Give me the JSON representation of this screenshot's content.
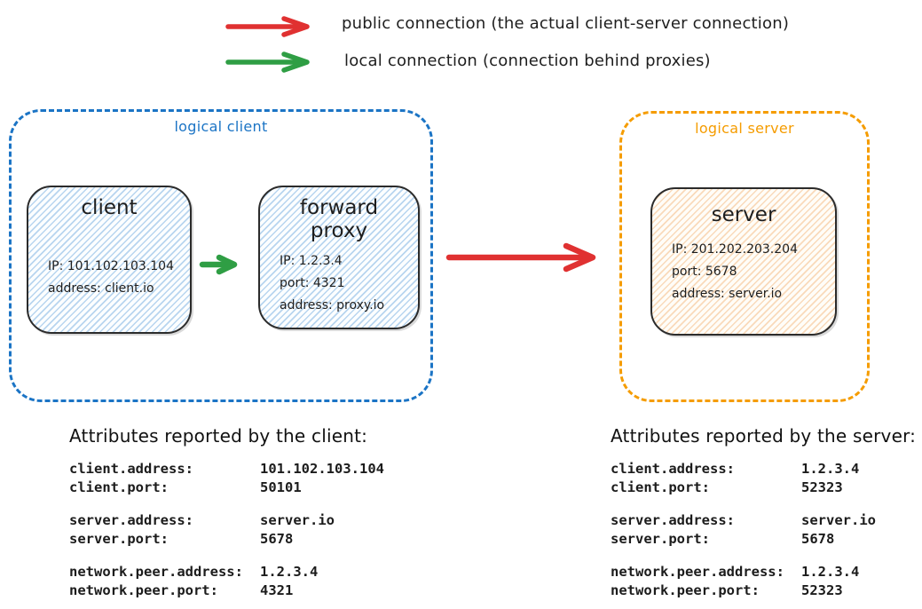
{
  "colors": {
    "public_connection_red": "#e03131",
    "local_connection_green": "#2f9e44",
    "logical_client_blue": "#1b74c5",
    "logical_server_orange": "#f59c00",
    "node_border": "#2b2b2b",
    "client_fill_hatch": "#a5d8ff",
    "server_fill_hatch": "#ffe8cc"
  },
  "legend": {
    "items": [
      {
        "name": "public-connection",
        "label": "public connection (the actual client-server connection)"
      },
      {
        "name": "local-connection",
        "label": "local connection (connection behind proxies)"
      }
    ]
  },
  "diagram": {
    "logical_client": {
      "title": "logical client",
      "nodes": {
        "client": {
          "title": "client",
          "lines": [
            "IP: 101.102.103.104",
            "address: client.io"
          ]
        },
        "forward_proxy": {
          "title": "forward proxy",
          "lines": [
            "IP: 1.2.3.4",
            "port: 4321",
            "address: proxy.io"
          ]
        }
      }
    },
    "logical_server": {
      "title": "logical server",
      "nodes": {
        "server": {
          "title": "server",
          "lines": [
            "IP: 201.202.203.204",
            "port: 5678",
            "address: server.io"
          ]
        }
      }
    }
  },
  "attributes": {
    "client": {
      "title": "Attributes reported by the client:",
      "groups": [
        {
          "rows": [
            {
              "key": "client.address:",
              "value": "101.102.103.104"
            },
            {
              "key": "client.port:",
              "value": "50101"
            }
          ]
        },
        {
          "rows": [
            {
              "key": "server.address:",
              "value": "server.io"
            },
            {
              "key": "server.port:",
              "value": "5678"
            }
          ]
        },
        {
          "rows": [
            {
              "key": "network.peer.address:",
              "value": "1.2.3.4"
            },
            {
              "key": "network.peer.port:",
              "value": "4321"
            }
          ]
        }
      ]
    },
    "server": {
      "title": "Attributes reported by the server:",
      "groups": [
        {
          "rows": [
            {
              "key": "client.address:",
              "value": "1.2.3.4"
            },
            {
              "key": "client.port:",
              "value": "52323"
            }
          ]
        },
        {
          "rows": [
            {
              "key": "server.address:",
              "value": "server.io"
            },
            {
              "key": "server.port:",
              "value": "5678"
            }
          ]
        },
        {
          "rows": [
            {
              "key": "network.peer.address:",
              "value": "1.2.3.4"
            },
            {
              "key": "network.peer.port:",
              "value": "52323"
            }
          ]
        }
      ]
    }
  }
}
